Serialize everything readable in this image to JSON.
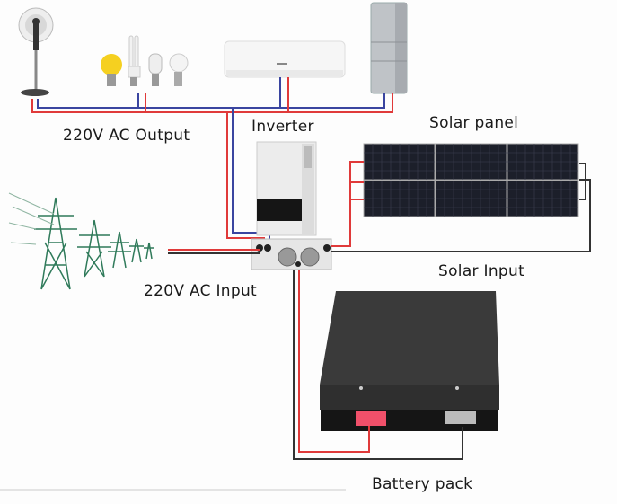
{
  "labels": {
    "ac_output": "220V AC Output",
    "inverter": "Inverter",
    "solar_panel": "Solar panel",
    "solar_input": "Solar Input",
    "ac_input": "220V AC Input",
    "battery_pack": "Battery pack"
  },
  "colors": {
    "live_wire": "#e03a3a",
    "neutral_wire": "#3a45a0",
    "negative_wire": "#333333",
    "pylon": "#2f7a5a",
    "battery": "#2b2b2b",
    "solar_cell": "#1c1f2a"
  }
}
